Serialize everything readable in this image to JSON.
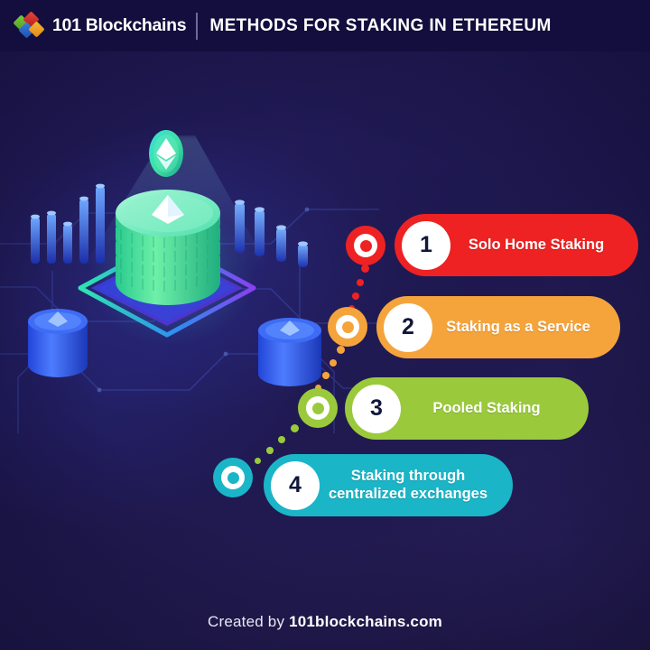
{
  "header": {
    "logo_icon": "blockchain-gems-logo-icon",
    "brand": "101 Blockchains",
    "title": "METHODS FOR STAKING IN ETHEREUM",
    "background_color": "#130E3D"
  },
  "canvas": {
    "background_color": "#201A52"
  },
  "illustration": {
    "platform_icon": "isometric-platform-icon",
    "coin_stack_main_icon": "ethereum-coin-stack-icon",
    "floating_coin_icon": "ethereum-coin-icon",
    "coin_stack_left_icon": "ethereum-coin-stack-blue-icon",
    "coin_stack_right_icon": "ethereum-coin-stack-blue-icon",
    "bars_left_icon": "bar-chart-columns-icon",
    "bars_right_icon": "bar-chart-columns-icon",
    "light_beam_icon": "light-beam-icon"
  },
  "steps": [
    {
      "number": "1",
      "label": "Solo Home Staking",
      "color": "#EE2222",
      "marker_icon": "step-marker-icon"
    },
    {
      "number": "2",
      "label": "Staking as a Service",
      "color": "#F5A43C",
      "marker_icon": "step-marker-icon"
    },
    {
      "number": "3",
      "label": "Pooled Staking",
      "color": "#9ACA3C",
      "marker_icon": "step-marker-icon"
    },
    {
      "number": "4",
      "label": "Staking through\ncentralized exchanges",
      "label_line1": "Staking through",
      "label_line2": "centralized exchanges",
      "color": "#1BB5C8",
      "marker_icon": "step-marker-icon"
    }
  ],
  "footer": {
    "prefix": "Created by ",
    "site": "101blockchains.com"
  }
}
